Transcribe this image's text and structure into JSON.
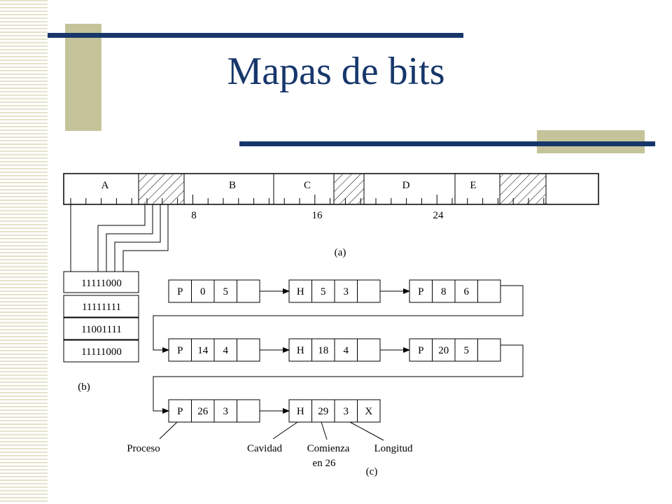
{
  "slide": {
    "title": "Mapas de bits"
  },
  "segments": [
    {
      "label": "A",
      "hatched": false
    },
    {
      "label": "",
      "hatched": true
    },
    {
      "label": "B",
      "hatched": false
    },
    {
      "label": "C",
      "hatched": false
    },
    {
      "label": "",
      "hatched": true
    },
    {
      "label": "D",
      "hatched": false
    },
    {
      "label": "E",
      "hatched": false
    },
    {
      "label": "",
      "hatched": true
    },
    {
      "label": "",
      "hatched": false
    }
  ],
  "tick_labels": [
    "8",
    "16",
    "24"
  ],
  "bitmap_rows": [
    "11111000",
    "11111111",
    "11001111",
    "11111000"
  ],
  "list_rows": [
    [
      [
        "P",
        "0",
        "5"
      ],
      [
        "H",
        "5",
        "3"
      ],
      [
        "P",
        "8",
        "6"
      ]
    ],
    [
      [
        "P",
        "14",
        "4"
      ],
      [
        "H",
        "18",
        "4"
      ],
      [
        "P",
        "20",
        "5"
      ]
    ],
    [
      [
        "P",
        "26",
        "3"
      ],
      [
        "H",
        "29",
        "3",
        "X"
      ]
    ]
  ],
  "captions": {
    "a": "(a)",
    "b": "(b)",
    "c": "(c)"
  },
  "annotations": {
    "proceso": "Proceso",
    "cavidad": "Cavidad",
    "comienza_1": "Comienza",
    "comienza_2": "en 26",
    "longitud": "Longitud"
  }
}
